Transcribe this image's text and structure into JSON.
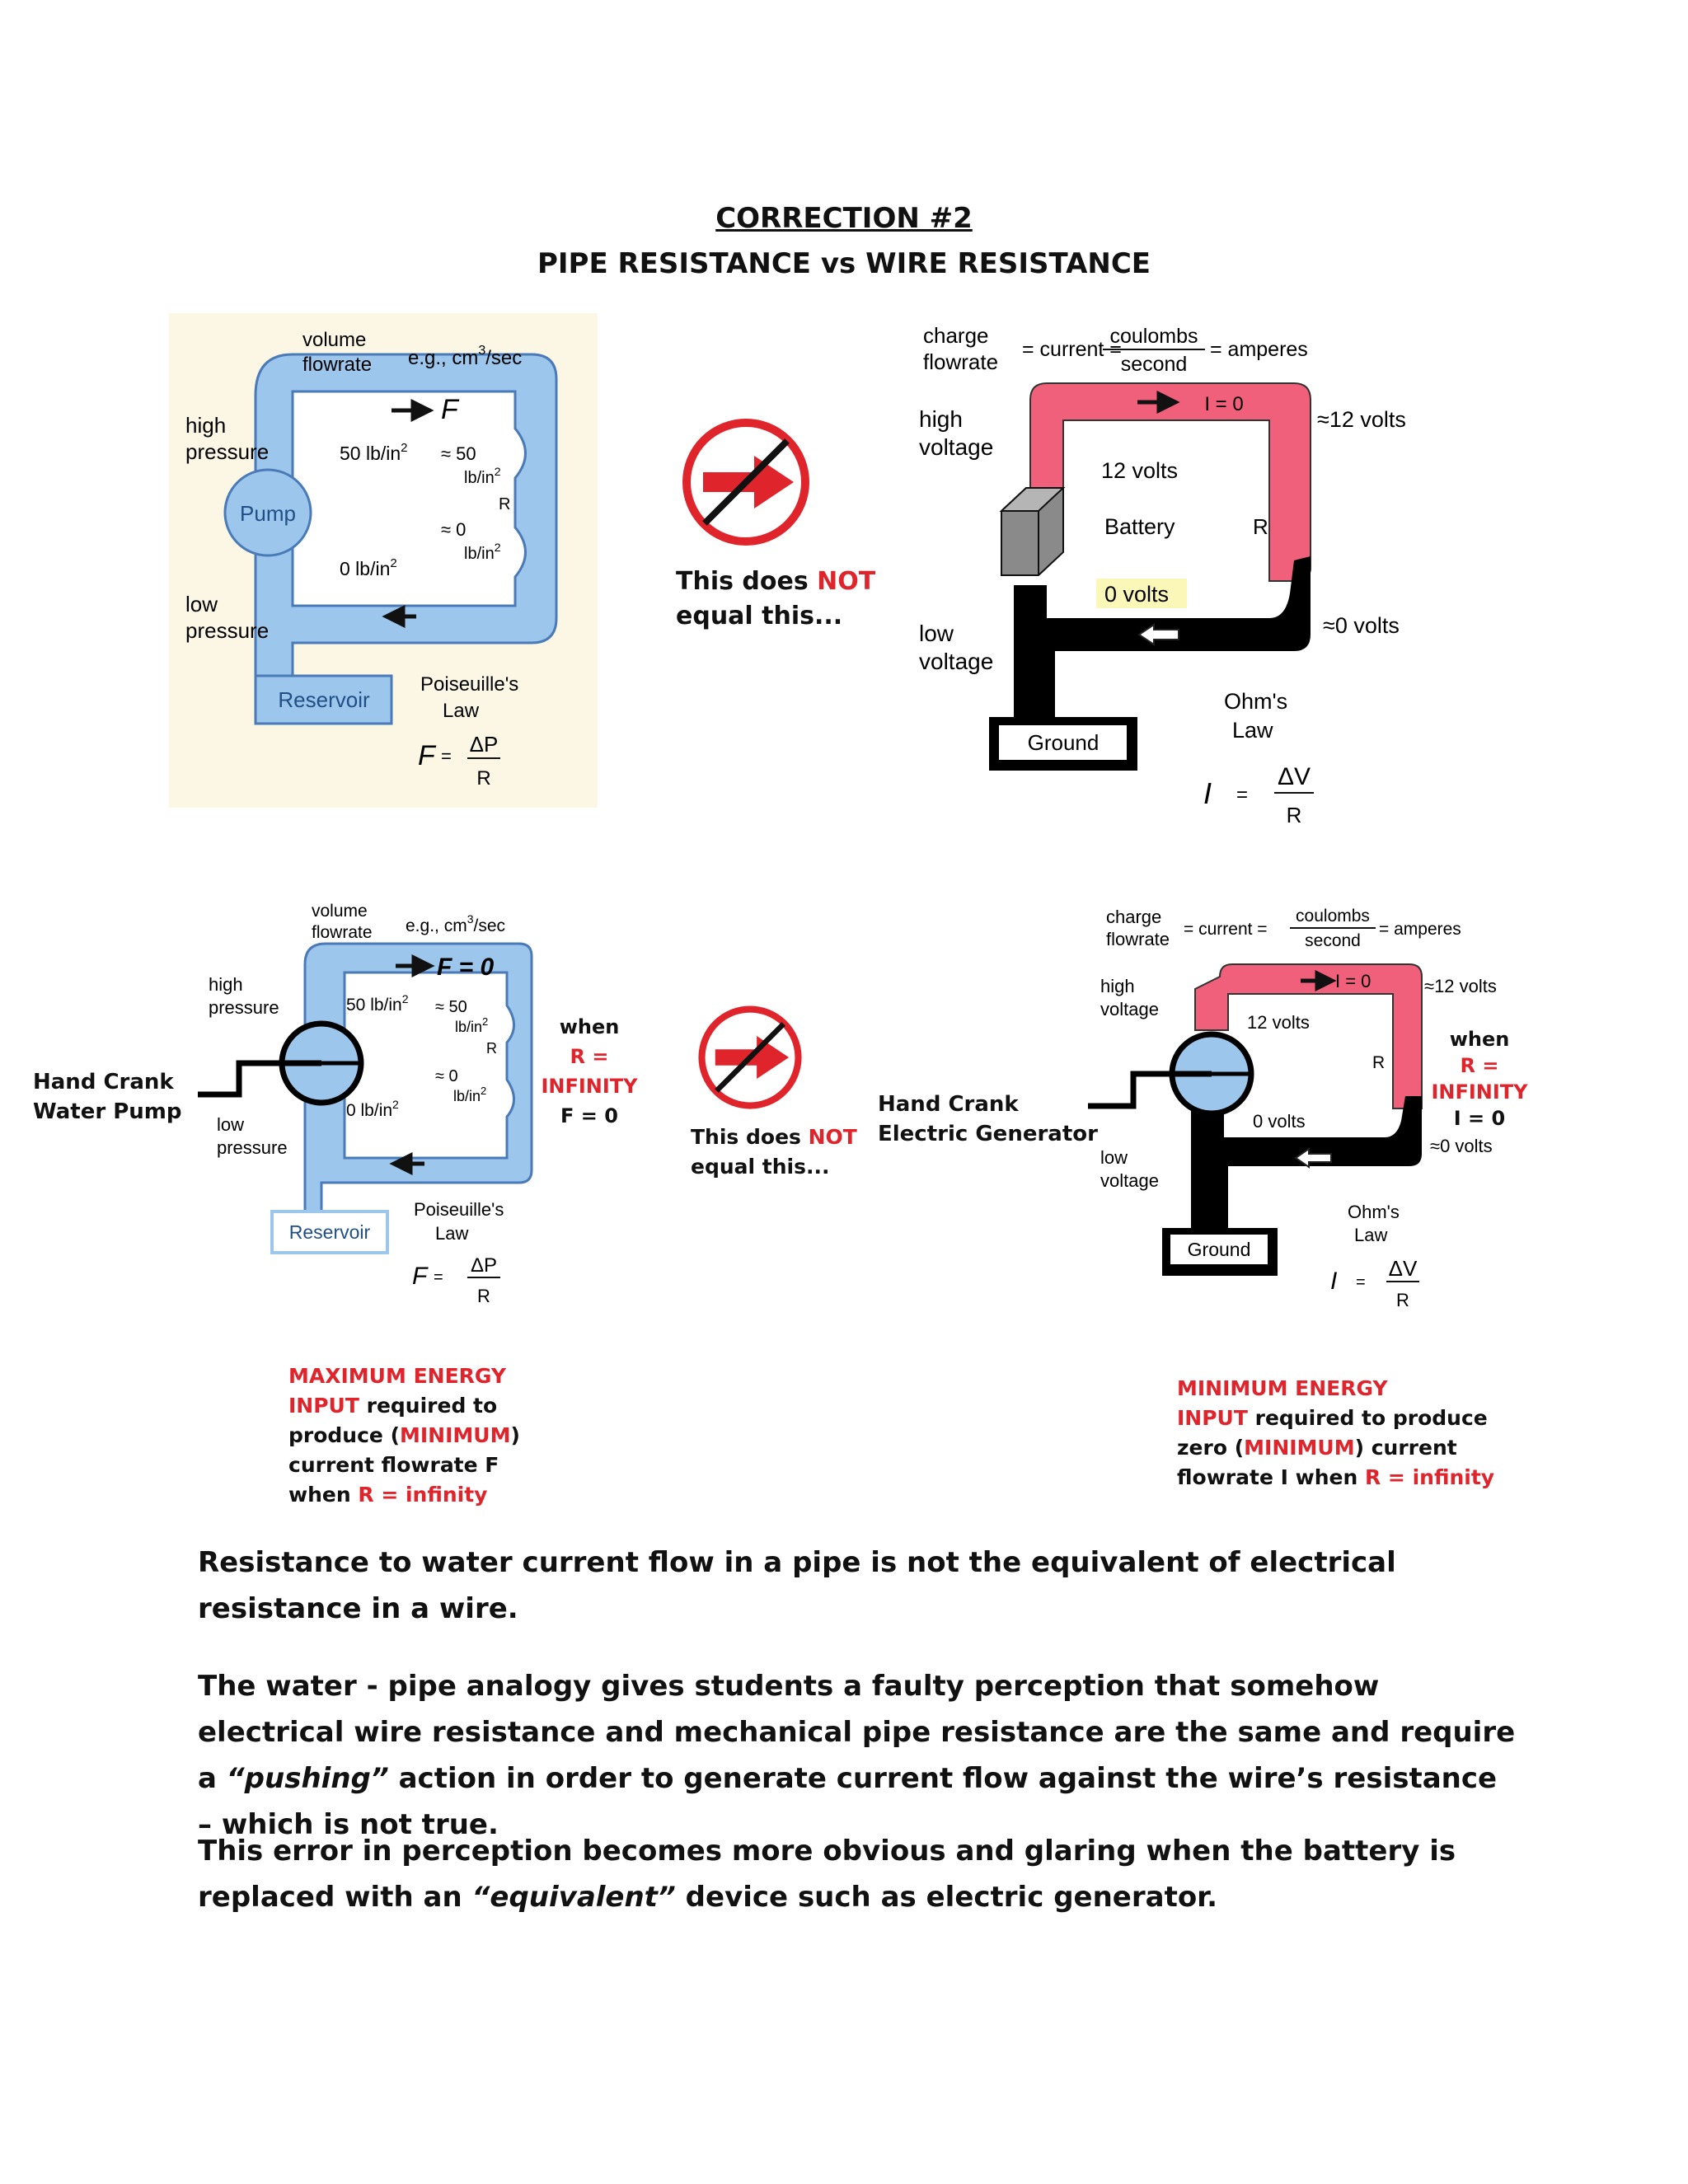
{
  "header": {
    "title": "CORRECTION #2",
    "subtitle": "PIPE RESISTANCE vs WIRE RESISTANCE"
  },
  "colors": {
    "water": "#9cc6ec",
    "water_stroke": "#4a7bb8",
    "hot_wire": "#f0607a",
    "ground_wire": "#000000",
    "panel_bg": "#fbf7e4",
    "accent_red": "#e0242c"
  },
  "top_pipe": {
    "volume": "volume",
    "flowrate": "flowrate",
    "units_pre": "e.g., cm",
    "units_exp": "3",
    "units_post": "/sec",
    "flow_symbol": "F",
    "high": "high",
    "pressure_hi": "pressure",
    "low": "low",
    "pressure_lo": "pressure",
    "pump": "Pump",
    "p50": "50 lb/in",
    "p50_exp": "2",
    "approx50": "≈ 50",
    "lbin_a": "lb/in",
    "exp_a": "2",
    "r_label": "R",
    "approx0": "≈ 0",
    "lbin_b": "lb/in",
    "exp_b": "2",
    "p0": "0 lb/in",
    "p0_exp": "2",
    "reservoir": "Reservoir",
    "law1": "Poiseuille's",
    "law2": "Law",
    "formula_lhs": "F",
    "eq": "=",
    "num": "ΔP",
    "den": "R"
  },
  "middle_top": {
    "icon": "no-entry-arrow-icon",
    "line1_pre": "This does ",
    "line1_red": "NOT",
    "line2": "equal this..."
  },
  "top_wire": {
    "charge": "charge",
    "flowrate": "flowrate",
    "current_eq": "= current =",
    "coulombs": "coulombs",
    "second": "second",
    "amperes": "= amperes",
    "high": "high",
    "voltage_hi": "voltage",
    "low": "low",
    "voltage_lo": "voltage",
    "i0": "I = 0",
    "approx12": "≈12 volts",
    "v12": "12 volts",
    "battery": "Battery",
    "r_label": "R",
    "v0": "0 volts",
    "approx0": "≈0 volts",
    "ground": "Ground",
    "law1": "Ohm's",
    "law2": "Law",
    "formula_lhs": "I",
    "eq": "=",
    "num": "ΔV",
    "den": "R"
  },
  "bottom_pipe": {
    "side1": "Hand Crank",
    "side2": "Water Pump",
    "volume": "volume",
    "flowrate": "flowrate",
    "units_pre": "e.g., cm",
    "units_exp": "3",
    "units_post": "/sec",
    "flow": "F = 0",
    "high": "high",
    "pressure_hi": "pressure",
    "low": "low",
    "pressure_lo": "pressure",
    "p50": "50 lb/in",
    "p50_exp": "2",
    "approx50": "≈ 50",
    "lbin_a": "lb/in",
    "exp_a": "2",
    "r_label": "R",
    "approx0": "≈ 0",
    "lbin_b": "lb/in",
    "exp_b": "2",
    "p0": "0 lb/in",
    "p0_exp": "2",
    "reservoir": "Reservoir",
    "law1": "Poiseuille's",
    "law2": "Law",
    "formula_lhs": "F",
    "eq": "=",
    "num": "ΔP",
    "den": "R",
    "when": "when",
    "cond": "R = INFINITY",
    "result": "F = 0",
    "note_red1": "MAXIMUM ENERGY",
    "note_red2": "INPUT",
    "note_b2": " required to",
    "note_b3a": "produce (",
    "note_red3": "MINIMUM",
    "note_b3b": ")",
    "note_b4": "current flowrate F",
    "note_b5": "when ",
    "note_red5": "R = infinity"
  },
  "middle_bottom": {
    "icon": "no-entry-arrow-icon",
    "line1_pre": "This does ",
    "line1_red": "NOT",
    "line2": "equal this..."
  },
  "bottom_wire": {
    "side1": "Hand Crank",
    "side2": "Electric Generator",
    "charge": "charge",
    "flowrate": "flowrate",
    "current_eq": "= current =",
    "coulombs": "coulombs",
    "second": "second",
    "amperes": "= amperes",
    "high": "high",
    "voltage_hi": "voltage",
    "low": "low",
    "voltage_lo": "voltage",
    "i0": "I = 0",
    "approx12": "≈12 volts",
    "v12": "12 volts",
    "r_label": "R",
    "v0": "0 volts",
    "approx0": "≈0 volts",
    "ground": "Ground",
    "law1": "Ohm's",
    "law2": "Law",
    "formula_lhs": "I",
    "eq": "=",
    "num": "ΔV",
    "den": "R",
    "when": "when",
    "cond": "R = INFINITY",
    "result": "I = 0",
    "note_red1": "MINIMUM ENERGY",
    "note_red2": "INPUT",
    "note_b2": " required to produce",
    "note_b3a": "zero (",
    "note_red3": "MINIMUM",
    "note_b3b": ") current",
    "note_b4": "flowrate I when ",
    "note_red4": "R = infinity"
  },
  "body": {
    "p1": "Resistance to water current flow in a pipe is not the equivalent of electrical resistance in a wire.",
    "p2_a": "The water - pipe analogy gives students a faulty perception that somehow electrical wire resistance and mechanical pipe resistance are the same and require a ",
    "p2_em": "“pushing”",
    "p2_b": " action in order to generate current flow against the wire’s resistance – which is not true.",
    "p3_a": "This error in perception becomes more obvious and glaring when the battery is replaced with an ",
    "p3_em": "“equivalent”",
    "p3_b": " device such as electric generator."
  }
}
